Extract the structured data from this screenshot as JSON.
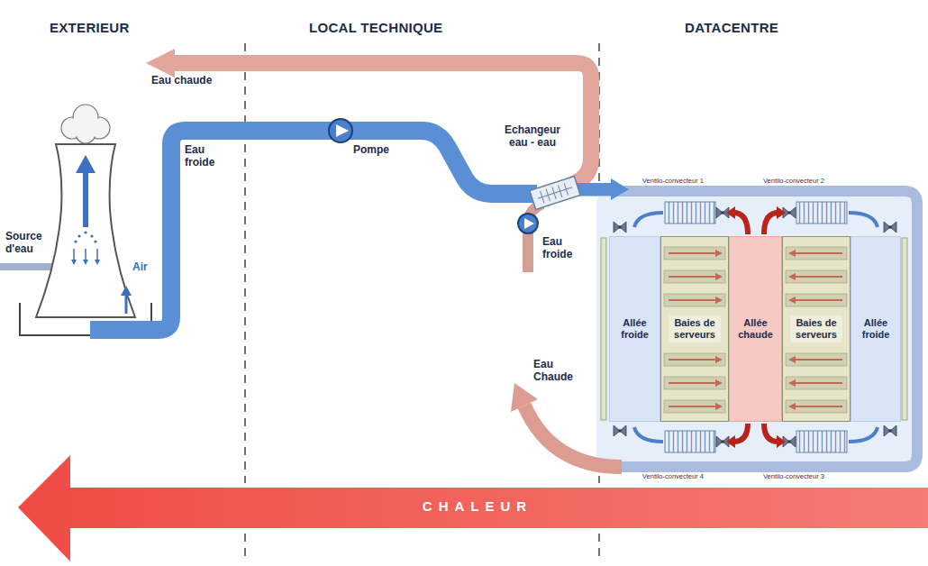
{
  "diagram": {
    "nodes": [
      {
        "text": [
          "Allée froide"
        ]
      },
      {
        "text": [
          "Baies de serveurs"
        ]
      },
      {
        "text": [
          "Allée chaude"
        ]
      },
      {
        "text": [
          "Baies de serveurs"
        ]
      },
      {
        "text": [
          "Allée froide"
        ]
      }
    ],
    "labels": [
      "EXTERIEUR",
      "LOCAL TECHNIQUE",
      "DATACENTRE",
      "Eau chaude",
      "Eau froide",
      "Pompe",
      "Echangeur eau - eau",
      "Eau froide",
      "Source d'eau",
      "Air",
      "Eau Chaude",
      "Ventilo-convecteur 1",
      "Ventilo-convecteur 2",
      "Ventilo-convecteur 4",
      "Ventilo-convecteur 3",
      "CHALEUR"
    ]
  }
}
